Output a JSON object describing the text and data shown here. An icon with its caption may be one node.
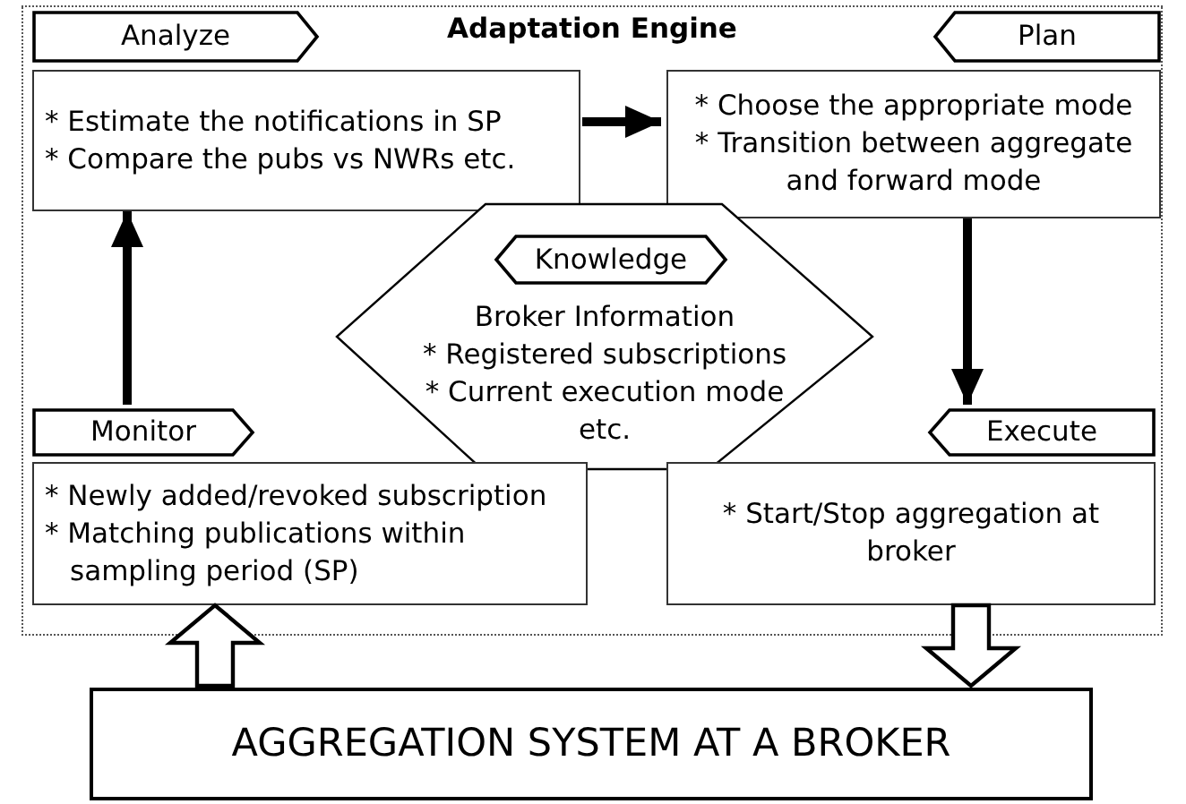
{
  "diagram": {
    "nodes": [
      {
        "text": [
          "Adaptation Engine"
        ]
      },
      {
        "text": [
          "Analyze",
          "* Estimate the notifications in SP",
          "* Compare the pubs vs NWRs etc."
        ],
        "in": 0
      },
      {
        "text": [
          "Plan",
          "* Choose the appropriate mode",
          "* Transition between aggregate and forward mode"
        ],
        "in": 0
      },
      {
        "text": [
          "Knowledge",
          "Broker Information",
          "* Registered subscriptions",
          "* Current execution mode",
          "etc."
        ],
        "in": 0
      },
      {
        "text": [
          "Monitor",
          "* Newly added/revoked subscription",
          "* Matching publications within sampling period (SP)"
        ],
        "in": 0
      },
      {
        "text": [
          "Execute",
          "* Start/Stop aggregation at broker"
        ],
        "in": 0
      },
      {
        "text": [
          "AGGREGATION SYSTEM AT A BROKER"
        ]
      }
    ],
    "edges": [
      {
        "from": 4,
        "to": 1,
        "arrow": "to"
      },
      {
        "from": 1,
        "to": 2,
        "arrow": "to"
      },
      {
        "from": 2,
        "to": 5,
        "arrow": "to"
      },
      {
        "from": 6,
        "to": 4,
        "arrow": "to",
        "style": "thick"
      },
      {
        "from": 5,
        "to": 6,
        "arrow": "to",
        "style": "thick"
      }
    ]
  }
}
